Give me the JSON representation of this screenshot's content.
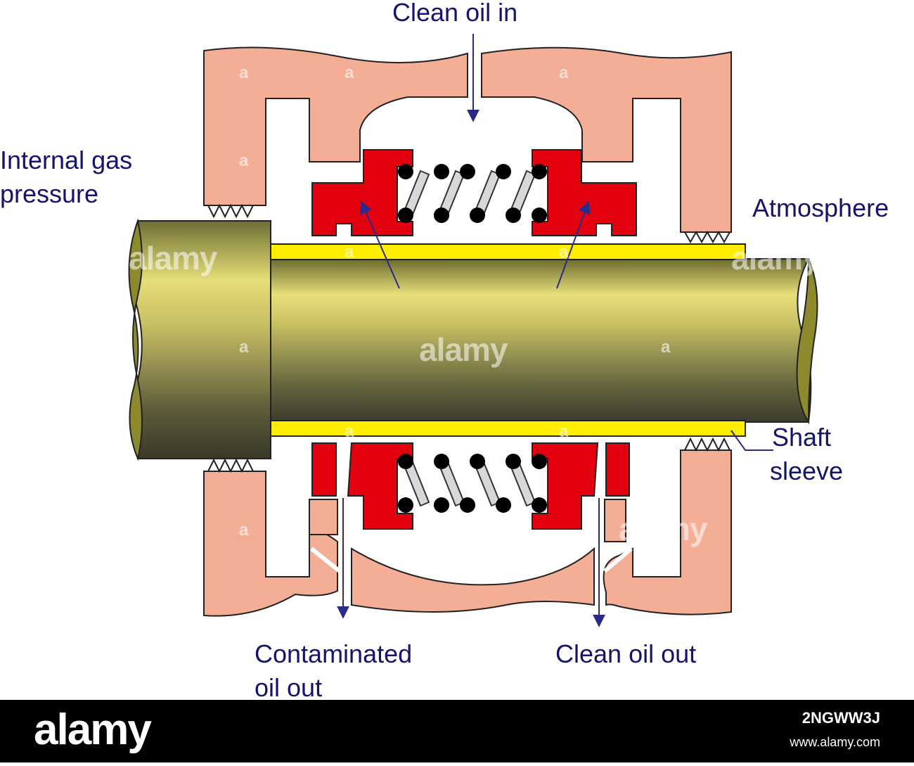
{
  "labels": {
    "clean_oil_in": "Clean oil in",
    "internal_gas_line1": "Internal gas",
    "internal_gas_line2": "pressure",
    "atmosphere": "Atmosphere",
    "shaft_line1": "Shaft",
    "shaft_line2": "sleeve",
    "contaminated_line1": "Contaminated",
    "contaminated_line2": "oil out",
    "clean_oil_out": "Clean oil out"
  },
  "watermark": {
    "word": "alamy",
    "letter": "a",
    "image_code": "2NGWW3J",
    "site": "www.alamy.com"
  },
  "colors": {
    "label_text": "#14146e",
    "housing": "#f4ae96",
    "seal_ring": "#e3000f",
    "sleeve": "#ffee00",
    "shaft_light": "#e8e07a",
    "shaft_dark": "#3c3a2c",
    "arrow": "#2a2a8a",
    "footer": "#000000"
  },
  "icons": {
    "spring": "coil-spring-icon",
    "flow_arrow": "arrow-icon"
  }
}
